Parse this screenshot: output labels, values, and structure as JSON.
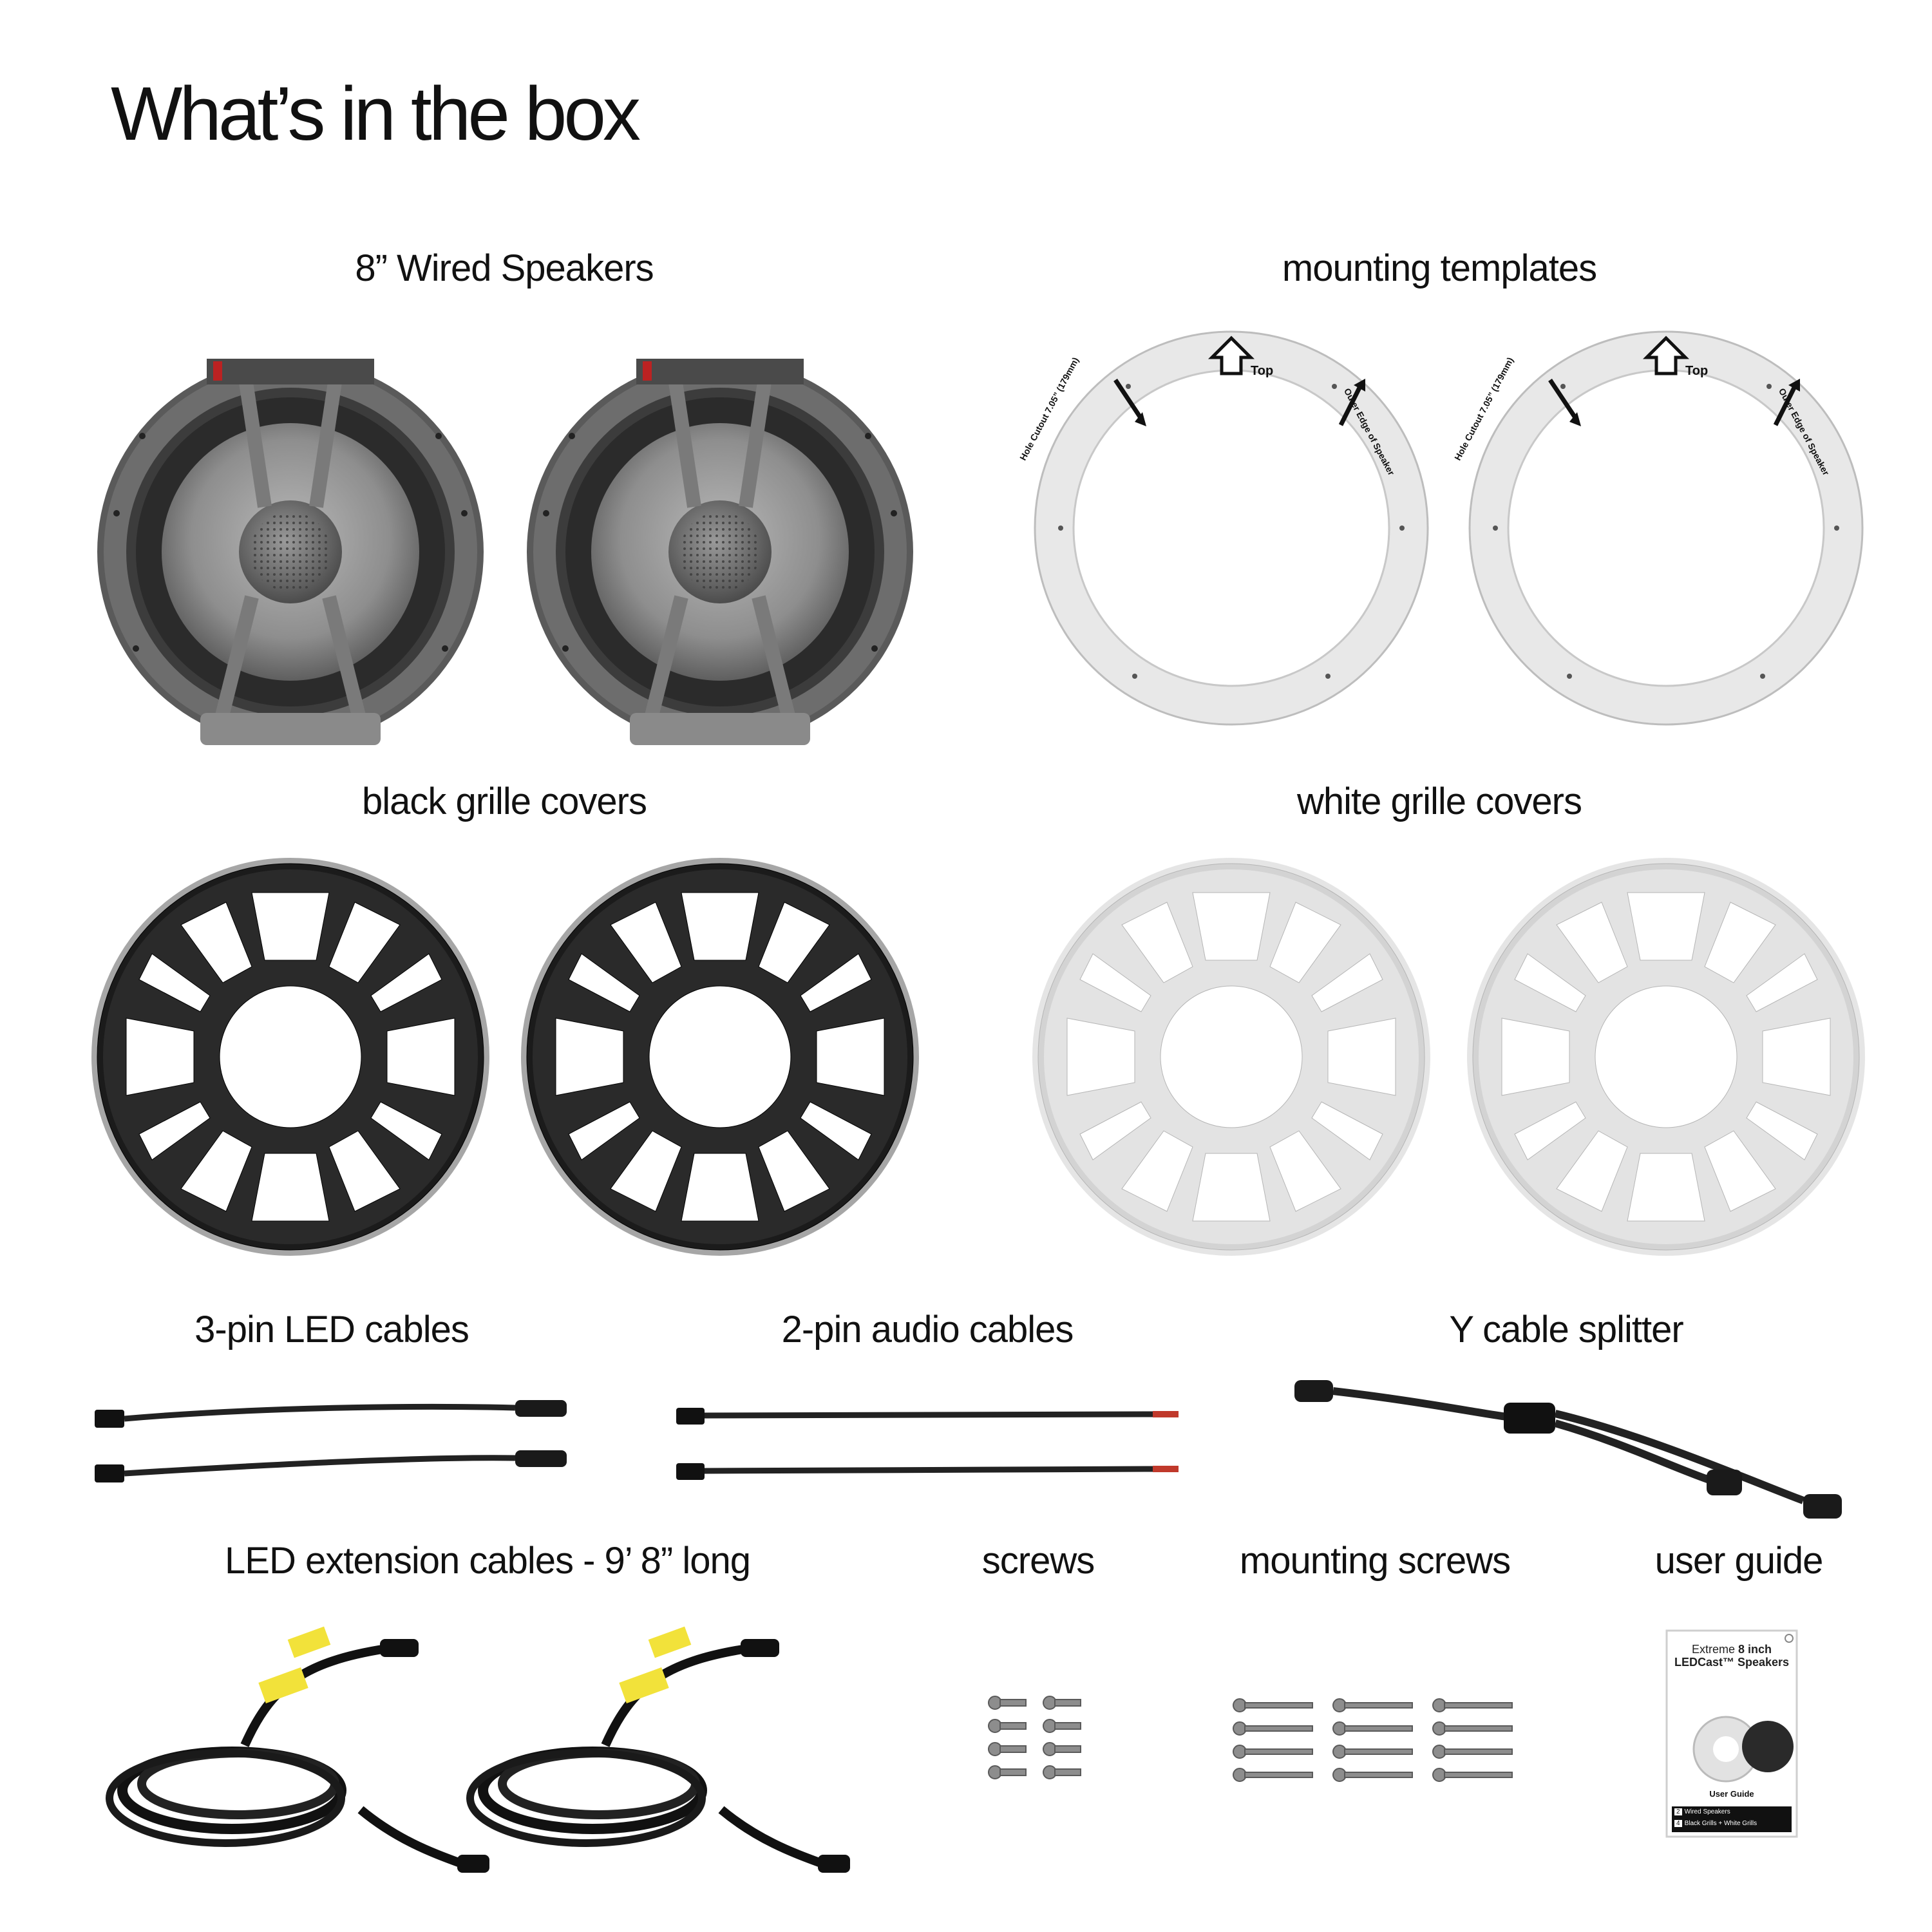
{
  "page_title": "What’s in the box",
  "sections": {
    "speakers": "8” Wired Speakers",
    "templates": "mounting templates",
    "black_grilles": "black grille covers",
    "white_grilles": "white grille covers",
    "led_cables": "3-pin LED cables",
    "audio_cables": "2-pin audio cables",
    "y_splitter": "Y cable splitter",
    "extension_cables": "LED extension cables - 9’ 8” long",
    "screws": "screws",
    "mounting_screws": "mounting screws",
    "user_guide": "user guide"
  },
  "template_text": {
    "top": "Top",
    "hole_cutout": "Hole Cutout 7.05” (179mm)",
    "outer_edge": "Outer Edge of Speaker"
  },
  "user_guide_cover": {
    "line1_prefix": "Extreme ",
    "line1_bold": "8 inch",
    "line2": "LEDCast™ Speakers",
    "heading": "User Guide",
    "item1_count": "2",
    "item1_text": "Wired Speakers",
    "item2_count": "4",
    "item2_text": "Black Grills + White Grills"
  },
  "colors": {
    "background": "#ffffff",
    "text": "#111111",
    "speaker_metal": "#6d6d6d",
    "black_grille": "#2a2a2a",
    "white_grille": "#e6e6e6",
    "cable_label": "#f2e23a"
  }
}
